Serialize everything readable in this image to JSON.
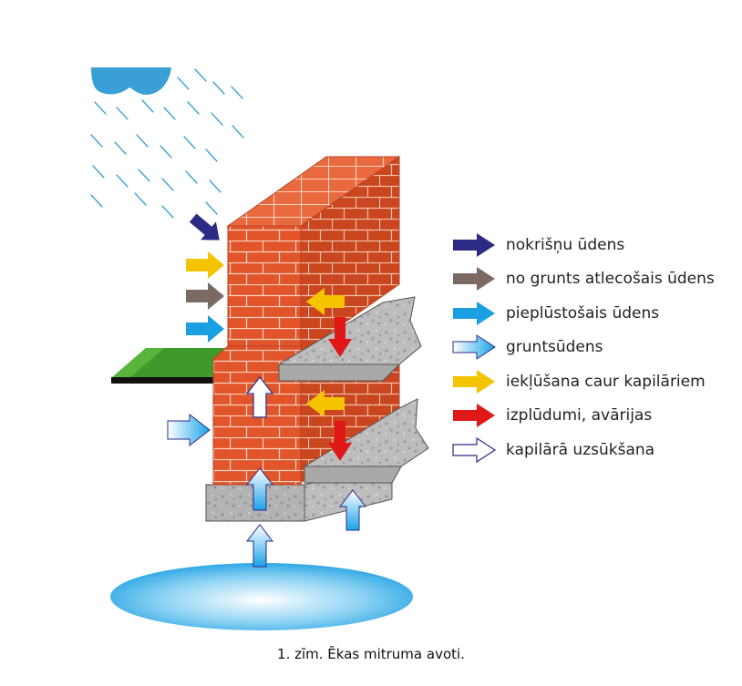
{
  "caption": "1. zīm. Ēkas mitruma avoti.",
  "colors": {
    "precipitation": "#2d2a85",
    "ground_rebound": "#7a6a63",
    "inflowing": "#1a9fe0",
    "groundwater": "#5bb8ee",
    "capillary_penetration": "#f5c400",
    "leaks": "#e01818",
    "capillary_suction": "#ffffff",
    "brick": "#e2542a",
    "mortar": "#f6d2c2",
    "concrete": "#b5b5b5",
    "grass": "#3f9a2c",
    "rain": "#3a9fd4",
    "cloud": "#3a9fd4"
  },
  "legend": [
    {
      "key": "precipitation",
      "label": "nokrišņu ūdens",
      "icon": "dark-blue-arrow-icon"
    },
    {
      "key": "ground_rebound",
      "label": "no grunts atlecošais ūdens",
      "icon": "brown-arrow-icon"
    },
    {
      "key": "inflowing",
      "label": "pieplūstošais ūdens",
      "icon": "light-blue-arrow-icon"
    },
    {
      "key": "groundwater",
      "label": "gruntsūdens",
      "icon": "gradient-blue-arrow-icon"
    },
    {
      "key": "capillary_penetration",
      "label": "iekļūšana caur kapilāriem",
      "icon": "yellow-arrow-icon"
    },
    {
      "key": "leaks",
      "label": "izplūdumi, avārijas",
      "icon": "red-arrow-icon"
    },
    {
      "key": "capillary_suction",
      "label": "kapilārā uzsūkšana",
      "icon": "white-arrow-icon"
    }
  ]
}
